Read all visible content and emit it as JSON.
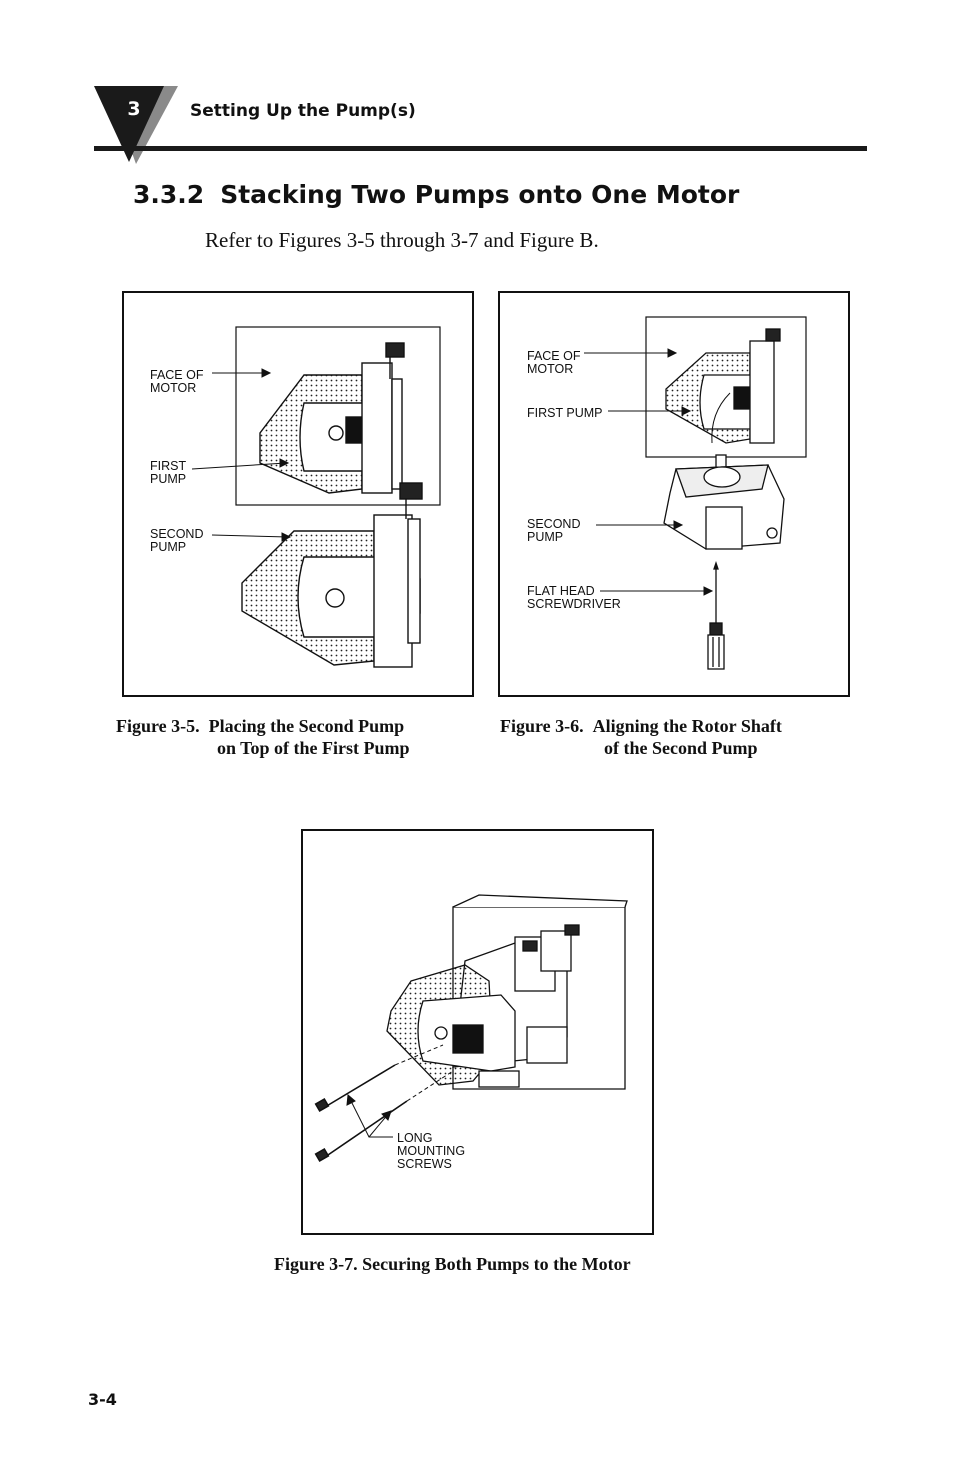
{
  "header": {
    "chapter_number": "3",
    "running_title": "Setting Up the Pump(s)"
  },
  "section": {
    "number": "3.3.2",
    "title": "Stacking Two Pumps onto One Motor",
    "intro": "Refer to Figures 3-5 through 3-7 and Figure B."
  },
  "figures": [
    {
      "labels": [
        "FACE OF\nMOTOR",
        "FIRST\nPUMP",
        "SECOND\nPUMP"
      ],
      "caption_number": "Figure 3-5.",
      "caption_line1": "Placing the Second Pump",
      "caption_line2": "on Top of the First Pump"
    },
    {
      "labels": [
        "FACE OF\nMOTOR",
        "FIRST PUMP",
        "SECOND\nPUMP",
        "FLAT HEAD\nSCREWDRIVER"
      ],
      "caption_number": "Figure 3-6.",
      "caption_line1": "Aligning the Rotor Shaft",
      "caption_line2": "of the Second Pump"
    },
    {
      "labels": [
        "LONG\nMOUNTING\nSCREWS"
      ],
      "caption": "Figure 3-7.  Securing Both Pumps to the Motor"
    }
  ],
  "footer": {
    "page_number": "3-4"
  }
}
